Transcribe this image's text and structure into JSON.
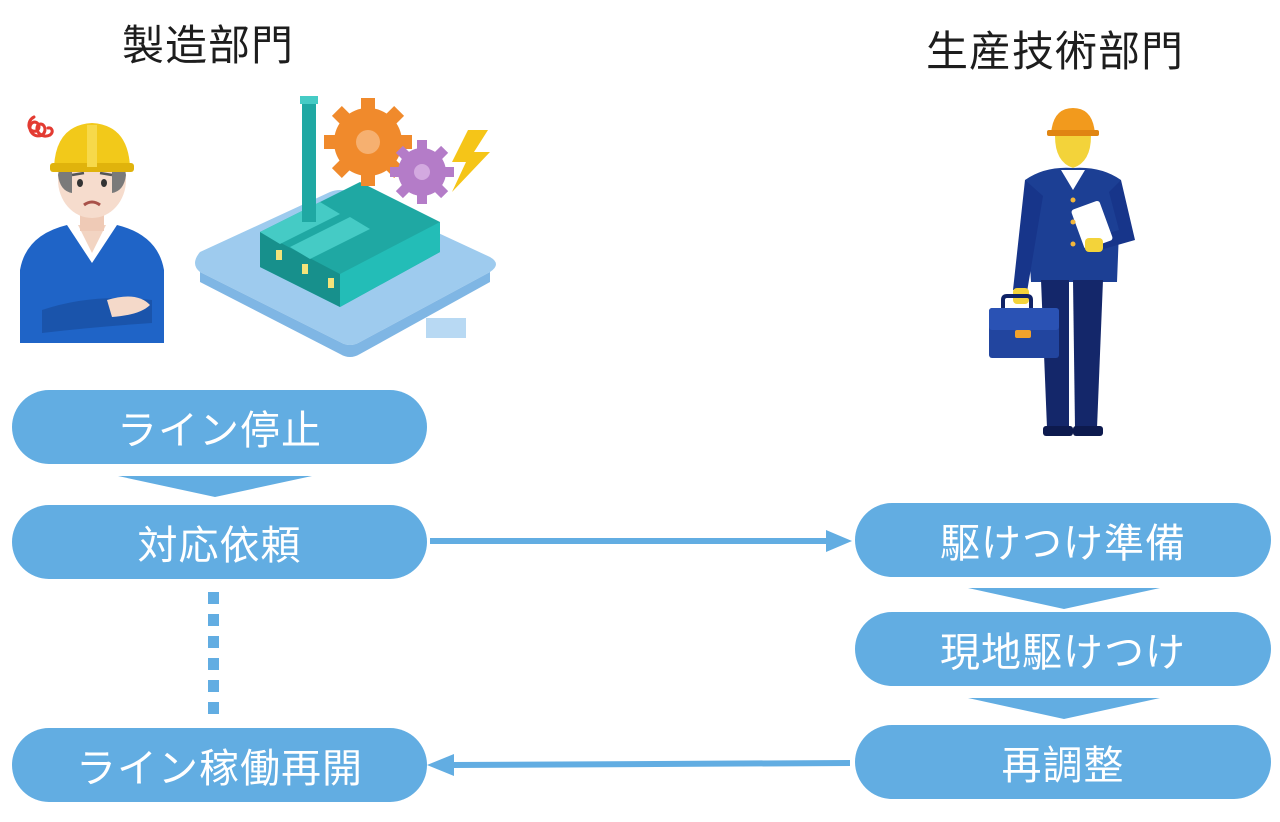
{
  "departments": {
    "manufacturing": "製造部門",
    "production_engineering": "生産技術部門"
  },
  "manufacturing_steps": {
    "line_stop": "ライン停止",
    "request": "対応依頼",
    "restart": "ライン稼働再開"
  },
  "engineering_steps": {
    "prepare": "駆けつけ準備",
    "arrive": "現地駆けつけ",
    "readjust": "再調整"
  },
  "colors": {
    "step_fill": "#62ade2",
    "step_text": "#ffffff",
    "connector": "#62ade2",
    "heading_text": "#1d1d1d"
  },
  "illustrations": [
    "worried-worker",
    "factory-with-gears",
    "engineer-with-briefcase"
  ]
}
